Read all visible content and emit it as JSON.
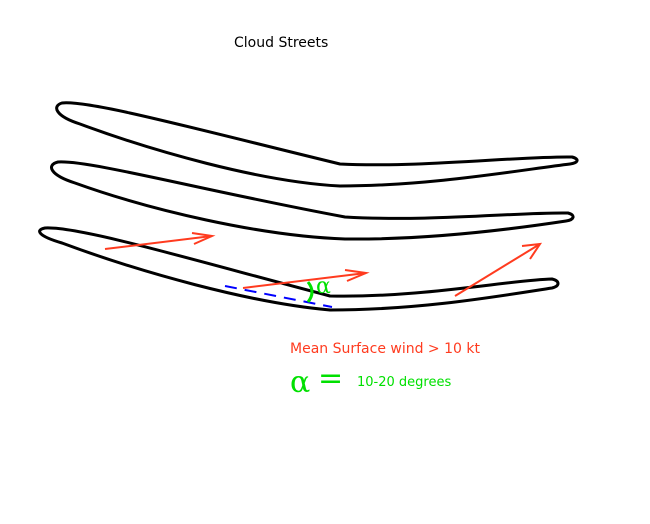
{
  "title": "Cloud Streets",
  "wind_label": "Mean Surface wind > 10 kt",
  "angle_symbol": "α",
  "equals": "=",
  "angle_value": "10-20 degrees",
  "colors": {
    "street": "#000000",
    "wind_arrow": "#ff3b1f",
    "street_axis": "#0000ff",
    "angle": "#00e000"
  }
}
